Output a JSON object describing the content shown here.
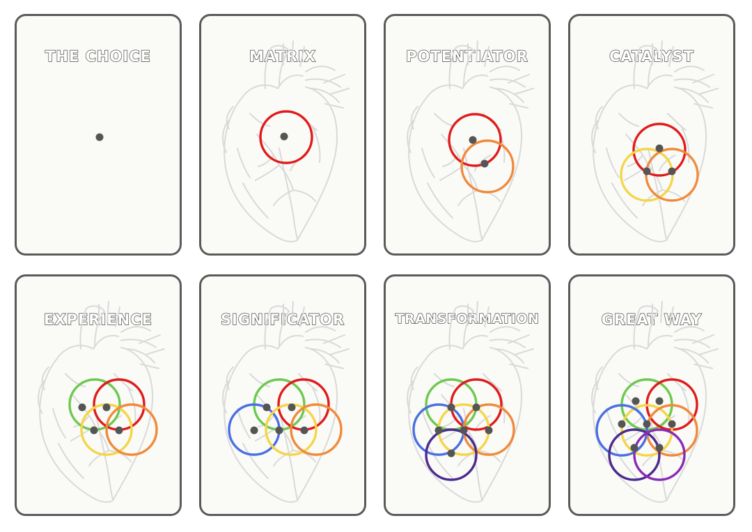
{
  "palette": {
    "red": "#e01b1b",
    "orange": "#f08a3a",
    "yellow": "#f5d547",
    "green": "#6cc94e",
    "blue": "#4a6fe3",
    "purple": "#4b2a8f",
    "violet": "#8a2ab5",
    "node": "#555555",
    "heart": "#d9d9d9",
    "border": "#5a5a5a",
    "card_bg": "#fafaf7"
  },
  "cards": [
    {
      "title": "THE CHOICE",
      "heart": false,
      "rings": []
    },
    {
      "title": "MATRIX",
      "heart": true,
      "rings": [
        "red"
      ]
    },
    {
      "title": "POTENTIATOR",
      "heart": true,
      "rings": [
        "red",
        "orange"
      ]
    },
    {
      "title": "CATALYST",
      "heart": true,
      "rings": [
        "red",
        "yellow",
        "orange"
      ]
    },
    {
      "title": "EXPERIENCE",
      "heart": true,
      "rings": [
        "green",
        "red",
        "yellow",
        "orange"
      ]
    },
    {
      "title": "SIGNIFICATOR",
      "heart": true,
      "rings": [
        "green",
        "red",
        "blue",
        "yellow",
        "orange"
      ]
    },
    {
      "title": "TRANSFORMATION",
      "heart": true,
      "rings": [
        "green",
        "red",
        "blue",
        "yellow",
        "orange",
        "purple"
      ]
    },
    {
      "title": "GREAT WAY",
      "heart": true,
      "rings": [
        "green",
        "red",
        "yellow",
        "orange",
        "blue",
        "purple",
        "violet"
      ]
    }
  ]
}
